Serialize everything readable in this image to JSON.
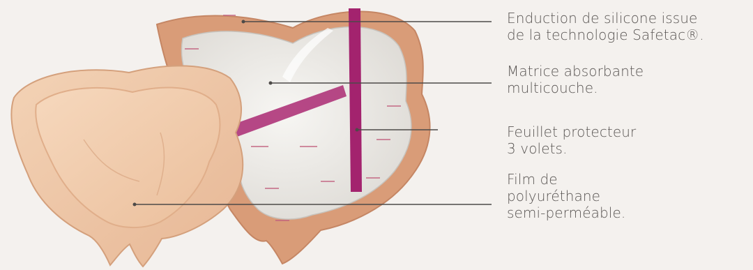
{
  "labels": [
    {
      "lines": [
        "Enduction de silicone  issue",
        "de la technologie Safetac®."
      ]
    },
    {
      "lines": [
        "Matrice absorbante",
        "multicouche."
      ]
    },
    {
      "lines": [
        "Feuillet  protecteur",
        "3 volets."
      ]
    },
    {
      "lines": [
        "Film de",
        "polyuréthane",
        "semi-perméable."
      ]
    }
  ],
  "colors": {
    "background": "#f4f1ee",
    "dressing_border": "#d99c78",
    "absorbent_pad": "#eeece8",
    "release_liner_stripe": "#a3236e",
    "front_dressing": "#eec5a4",
    "leader_line": "#4d4a48",
    "text": "#5a5654"
  },
  "icons": [
    "silicone-dressing-back-icon",
    "silicone-dressing-front-icon"
  ]
}
